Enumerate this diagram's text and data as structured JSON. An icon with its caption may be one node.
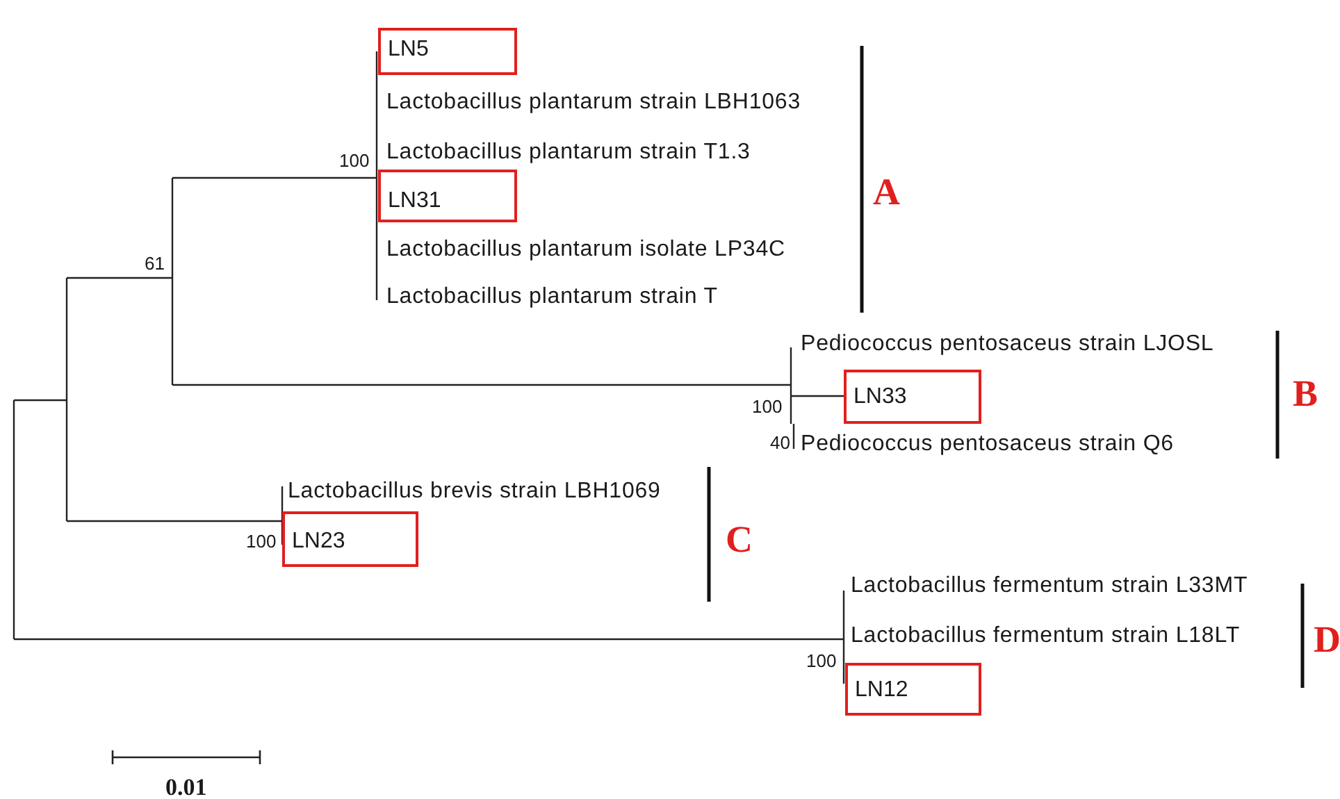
{
  "diagram": {
    "nodes": [
      {
        "text": [
          "LN5"
        ]
      },
      {
        "text": [
          "LN31"
        ]
      },
      {
        "text": [
          "LN33"
        ]
      },
      {
        "text": [
          "LN23"
        ]
      },
      {
        "text": [
          "LN12"
        ]
      }
    ],
    "labels": [
      "Lactobacillus plantarum strain LBH1063",
      "100",
      "Lactobacillus plantarum strain T1.3",
      "A",
      "61",
      "Lactobacillus plantarum isolate LP34C",
      "Lactobacillus plantarum strain T",
      "Pediococcus pentosaceus strain LJOSL",
      "100",
      "B",
      "40",
      "Pediococcus pentosaceus strain Q6",
      "Lactobacillus brevis strain LBH1069",
      "100",
      "C",
      "Lactobacillus fermentum strain L33MT",
      "Lactobacillus fermentum strain L18LT",
      "D",
      "100",
      "0.01"
    ]
  }
}
